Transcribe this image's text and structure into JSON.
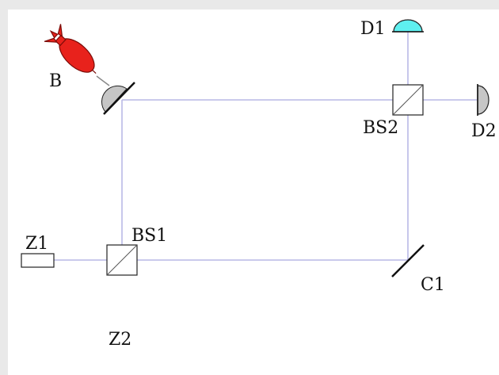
{
  "labels": {
    "bomb": "B",
    "d1": "D1",
    "d2": "D2",
    "bs1": "BS1",
    "bs2": "BS2",
    "z1": "Z1",
    "z2": "Z2",
    "c1": "C1"
  },
  "colors": {
    "beam": "#b9b9e6",
    "bomb_fill": "#e8221c",
    "bomb_stroke": "#7a0c08",
    "detector_d1": "#5ef0f0",
    "detector_d2": "#c6c6c6",
    "mirror_fill": "#c6c6c6",
    "ink": "#111111",
    "background": "#ffffff",
    "frame": "#e9e9e9"
  },
  "icons": {
    "bomb": "bomb-icon",
    "d1": "detector-icon",
    "d2": "detector-icon",
    "bs1": "beam-splitter-icon",
    "bs2": "beam-splitter-icon",
    "z1": "source-icon",
    "c1": "mirror-icon",
    "bomb_mirror": "mirror-icon"
  }
}
